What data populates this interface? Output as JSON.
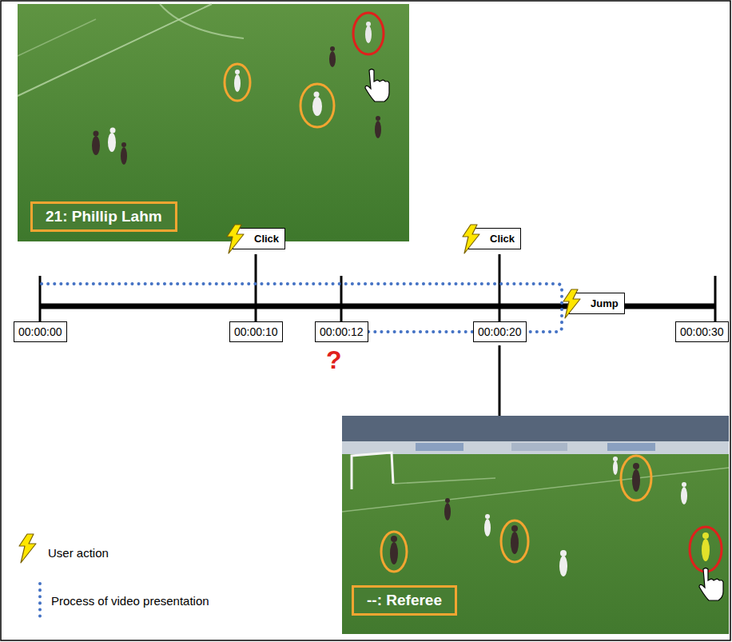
{
  "diagram": {
    "nodes": [
      {
        "text": [
          "21: Phillip Lahm"
        ]
      },
      {
        "text": [
          "Click"
        ]
      },
      {
        "text": [
          "Click"
        ]
      },
      {
        "text": [
          "Jump"
        ]
      },
      {
        "text": [
          "00:00:00"
        ]
      },
      {
        "text": [
          "00:00:10"
        ]
      },
      {
        "text": [
          "00:00:12"
        ]
      },
      {
        "text": [
          "00:00:20"
        ]
      },
      {
        "text": [
          "00:00:30"
        ]
      },
      {
        "text": [
          "--: Referee"
        ]
      }
    ],
    "labels": [
      "?"
    ],
    "legend": [
      {
        "text": "User action"
      },
      {
        "text": "Process of video presentation"
      }
    ]
  }
}
